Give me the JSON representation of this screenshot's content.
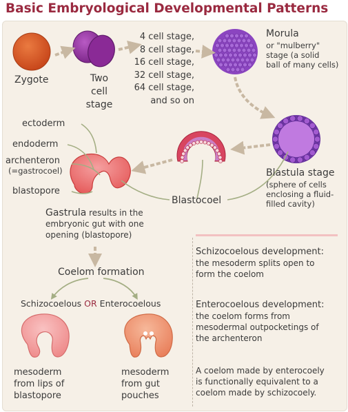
{
  "title": "Basic Embryological Developmental Patterns",
  "labels": {
    "zygote": "Zygote",
    "two_cell": [
      "Two",
      "cell",
      "stage"
    ],
    "cell_stages": [
      "4 cell stage,",
      "8 cell stage,",
      "16 cell stage,",
      "32 cell stage,",
      "64 cell stage,",
      "and so on"
    ],
    "morula": [
      "Morula",
      "or \"mulberry\"",
      "stage (a solid",
      "ball of many cells)"
    ],
    "ectoderm": "ectoderm",
    "endoderm": "endoderm",
    "archenteron": [
      "archenteron",
      "(=gastrocoel)"
    ],
    "blastopore": "blastopore",
    "blastocoel": "Blastocoel",
    "blastula": [
      "Blastula stage",
      "(sphere of cells",
      "enclosing a fluid-",
      "filled cavity)"
    ],
    "gastrula_bold": "Gastrula",
    "gastrula_rest": " results in the",
    "gastrula_lines": [
      "embryonic gut with one",
      "opening (blastopore)"
    ],
    "coelom_formation": "Coelom formation",
    "schizo_label": "Schizocoelous",
    "or_label": " OR ",
    "entero_label": "Enterocoelous",
    "mesoderm_lips": [
      "mesoderm",
      "from lips of",
      "blastopore"
    ],
    "mesoderm_gut": [
      "mesoderm",
      "from gut",
      "pouches"
    ]
  },
  "notes": {
    "schizo_title": "Schizocoelous development:",
    "schizo_text": [
      "the mesoderm splits open to",
      "form the coelom"
    ],
    "entero_title": "Enterocoelous development:",
    "entero_text": [
      "the coelom forms from",
      "mesodermal outpocketings of",
      "the archenteron"
    ],
    "equivalence": [
      "A coelom made by enterocoely",
      "is functionally equivalent to a",
      "coelom made by schizocoely."
    ]
  },
  "colors": {
    "title": "#9a2a40",
    "zygote": "#d9582a",
    "two_cell": "#8f2f98",
    "morula": "#9b55c8",
    "blastula_outer": "#7d3fb0",
    "blastula_inner": "#b06ad8",
    "gastrula": "#e86a6a",
    "blastocoel_ring": "#d23b55",
    "arrow": "#c8b8a2",
    "connector": "#a4ae84"
  }
}
